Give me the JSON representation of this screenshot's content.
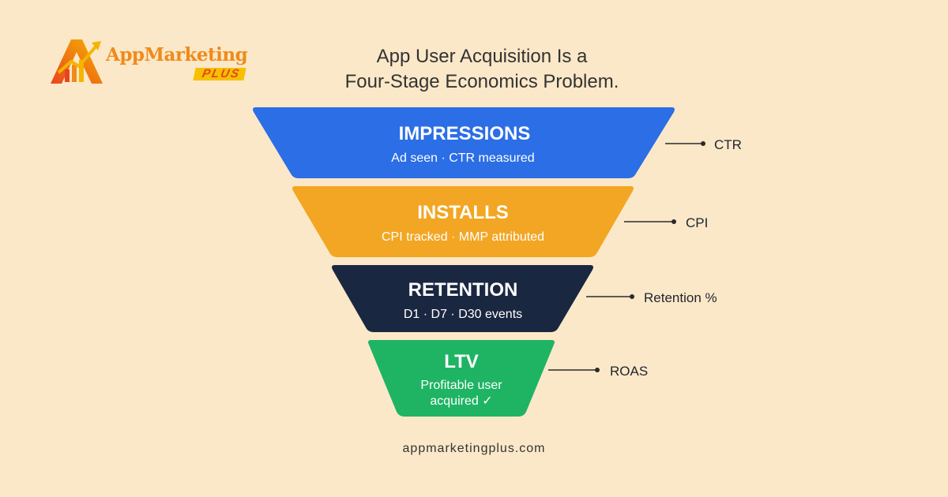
{
  "brand": {
    "name": "AppMarketing",
    "tag": "PLUS"
  },
  "headline": {
    "line1": "App User Acquisition Is a",
    "line2": "Four-Stage Economics Problem."
  },
  "stages": [
    {
      "title": "IMPRESSIONS",
      "subtitle": "Ad seen · CTR measured",
      "metric": "CTR",
      "color": "#2b6ee6"
    },
    {
      "title": "INSTALLS",
      "subtitle": "CPI tracked · MMP attributed",
      "metric": "CPI",
      "color": "#f3a623"
    },
    {
      "title": "RETENTION",
      "subtitle": "D1 · D7 · D30 events",
      "metric": "Retention %",
      "color": "#1a2740"
    },
    {
      "title": "LTV",
      "subtitle": "Profitable user",
      "subtitle2": "acquired ✓",
      "metric": "ROAS",
      "color": "#1eb463"
    }
  ],
  "footer": {
    "url": "appmarketingplus.com"
  }
}
